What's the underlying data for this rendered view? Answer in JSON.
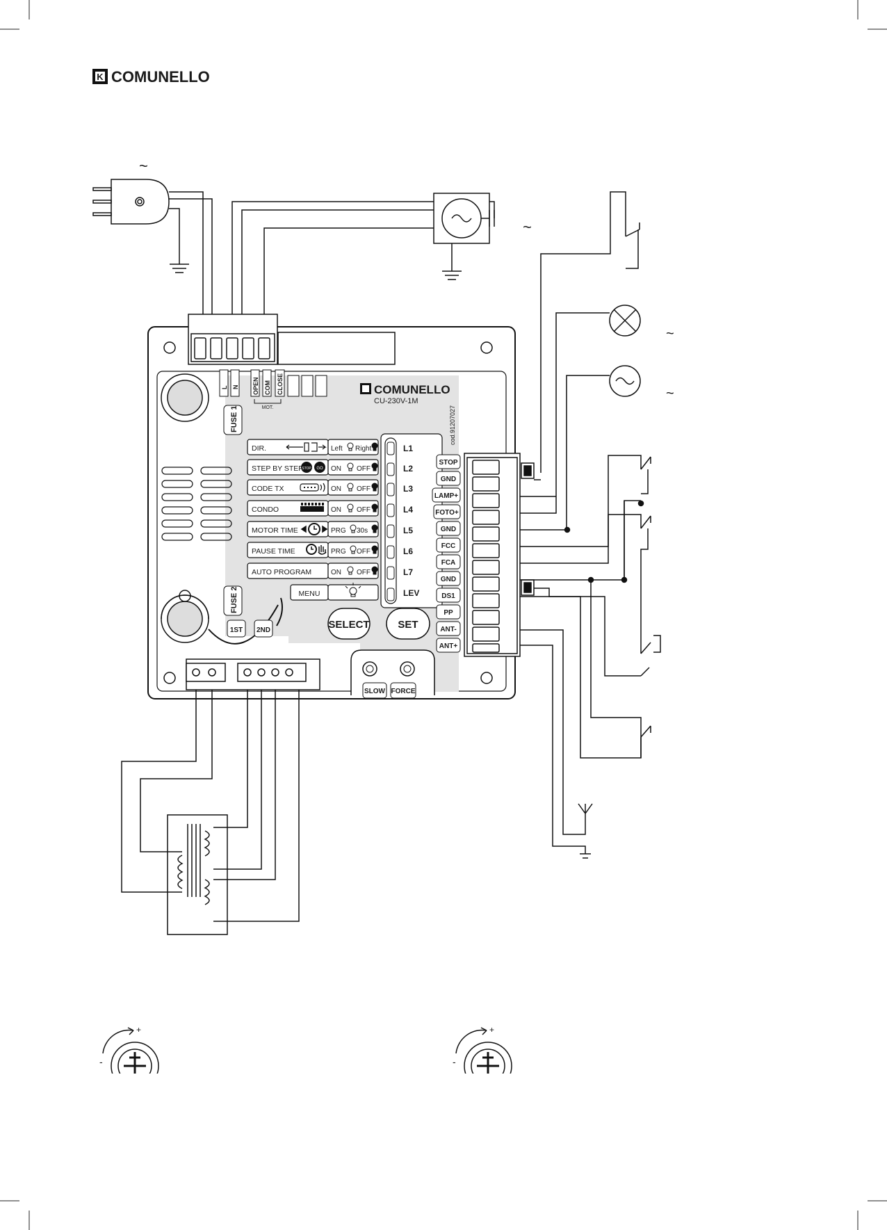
{
  "brand": {
    "name": "COMUNELLO",
    "logo_letter": "K"
  },
  "board": {
    "name": "COMUNELLO",
    "model": "CU-230V-1M",
    "cod": "cod.91207027",
    "top_terminals": [
      "L",
      "N",
      "OPEN",
      "COM",
      "CLOSE"
    ],
    "mot_label": "MOT.",
    "fuse1": "FUSE 1",
    "fuse2": "FUSE 2",
    "first_btn": "1ST",
    "second_btn": "2ND"
  },
  "menu_rows": [
    {
      "label": "DIR.",
      "val1": "Left",
      "val2": "Right",
      "led": "L1"
    },
    {
      "label": "STEP BY STEP",
      "val1": "ON",
      "val2": "OFF",
      "led": "L2"
    },
    {
      "label": "CODE TX",
      "val1": "ON",
      "val2": "OFF",
      "led": "L3"
    },
    {
      "label": "CONDO",
      "val1": "ON",
      "val2": "OFF",
      "led": "L4"
    },
    {
      "label": "MOTOR TIME",
      "val1": "PRG",
      "val2": "30s",
      "led": "L5"
    },
    {
      "label": "PAUSE TIME",
      "val1": "PRG",
      "val2": "OFF",
      "led": "L6"
    },
    {
      "label": "AUTO PROGRAM",
      "val1": "ON",
      "val2": "OFF",
      "led": "L7"
    }
  ],
  "menu_label": "MENU",
  "lev_label": "LEV",
  "step_icons": [
    "STOP",
    "GO"
  ],
  "buttons": {
    "select": "SELECT",
    "set": "SET"
  },
  "trimmers": {
    "slow": "SLOW",
    "force": "FORCE"
  },
  "right_terminals": [
    "STOP",
    "GND",
    "LAMP+",
    "FOTO+",
    "GND",
    "FCC",
    "FCA",
    "GND",
    "DS1",
    "PP",
    "ANT-",
    "ANT+"
  ],
  "tilde": "~",
  "adjust": {
    "plus": "+",
    "minus": "-"
  }
}
